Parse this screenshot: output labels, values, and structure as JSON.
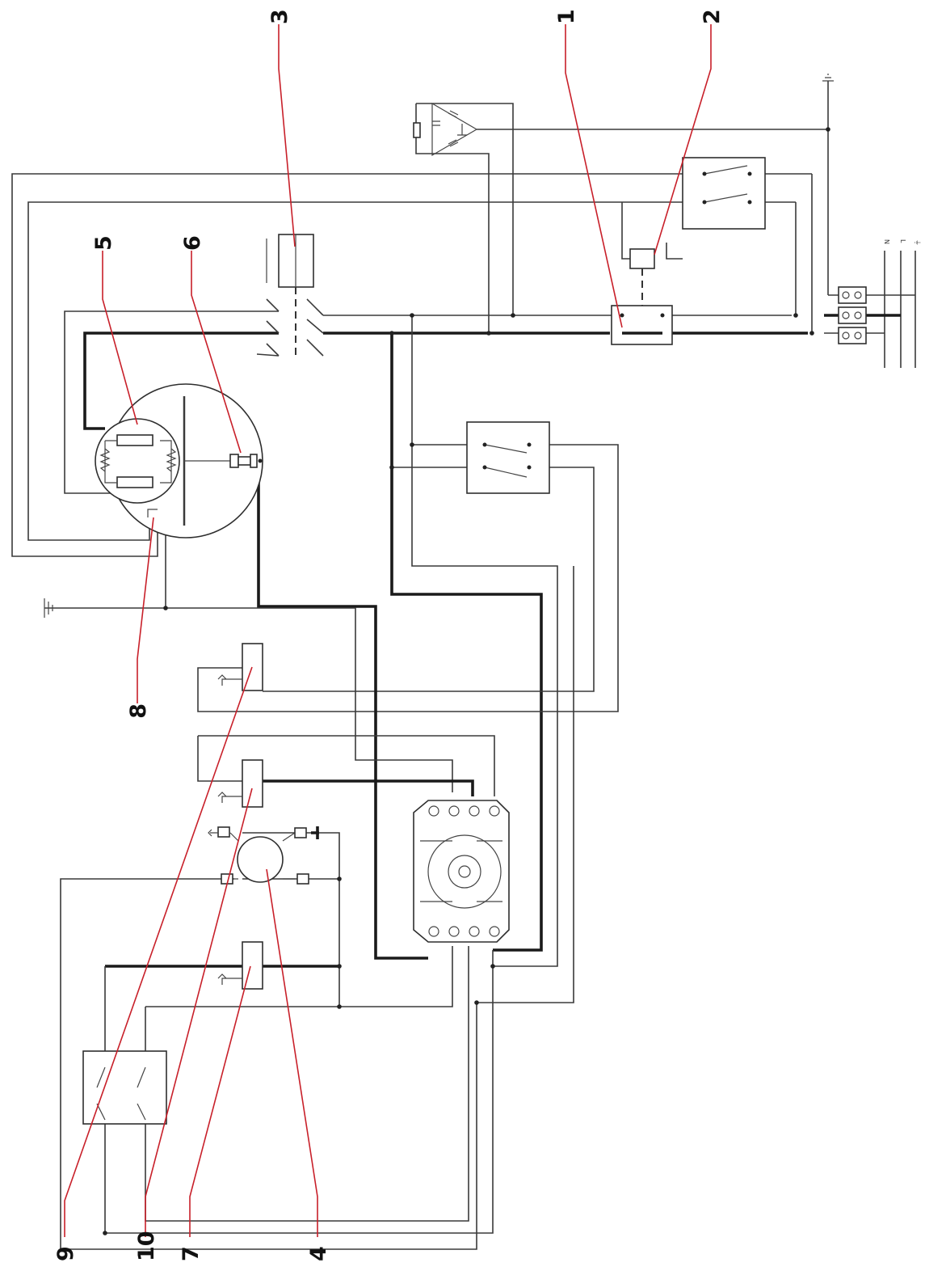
{
  "callouts": [
    {
      "id": "1",
      "label": "1"
    },
    {
      "id": "2",
      "label": "2"
    },
    {
      "id": "3",
      "label": "3"
    },
    {
      "id": "4",
      "label": "4"
    },
    {
      "id": "5",
      "label": "5"
    },
    {
      "id": "6",
      "label": "6"
    },
    {
      "id": "7",
      "label": "7"
    },
    {
      "id": "8",
      "label": "8"
    },
    {
      "id": "9",
      "label": "9"
    },
    {
      "id": "10",
      "label": "10"
    }
  ],
  "terminal_labels": {
    "n": "N",
    "l": "L",
    "pe": "⏚"
  },
  "colors": {
    "wire": "#3a3a3a",
    "leader": "#c8202a"
  }
}
